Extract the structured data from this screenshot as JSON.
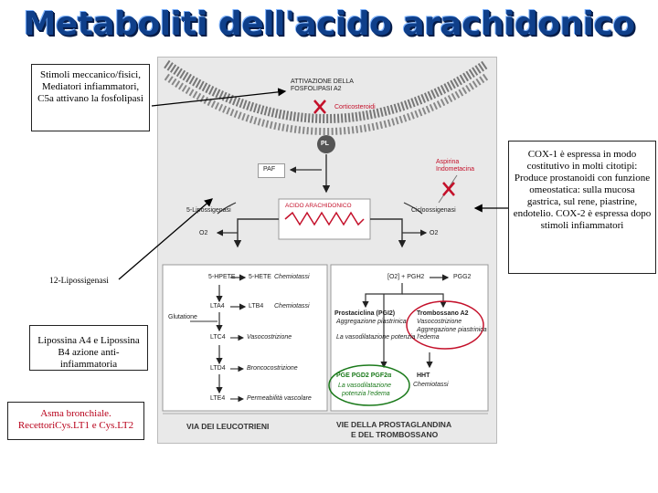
{
  "title": "Metaboliti dell'acido arachidonico",
  "notes": {
    "stimoli": "Stimoli meccanico/fisici, Mediatori infiammatori, C5a attivano la fosfolipasi",
    "cox": "COX-1 è espressa in modo costitutivo in molti citotipi: Produce prostanoidi con funzione omeostatica: sulla mucosa gastrica, sul rene, piastrine, endotelio. COX-2 è espressa dopo stimoli infiammatori",
    "lipossigenasi12": "12-Lipossigenasi",
    "lipossina": "Lipossina A4 e Lipossina B4 azione anti-infiammatoria",
    "asma": "Asma bronchiale. RecettoriCys.LT1 e Cys.LT2"
  },
  "diagram": {
    "attivazione": "ATTIVAZIONE DELLA FOSFOLIPASI A2",
    "corticosteroidi": "Corticosteroidi",
    "pl": "PL",
    "paf": "PAF",
    "aspirina": "Aspirina",
    "indometacina": "Indometacina",
    "lipossigenasi5": "5-Lipossigenasi",
    "acido": "ACIDO ARACHIDONICO",
    "cicloossigenasi": "Cicloossigenasi",
    "o2_left": "O2",
    "o2_right": "O2",
    "hpete": "5-HPETE",
    "hete": "5-HETE",
    "hete_effect": "Chemiotassi",
    "lta4": "LTA4",
    "ltb4": "LTB4",
    "ltb4_effect": "Chemiotassi",
    "glutatione": "Glutatione",
    "ltc4": "LTC4",
    "ltc4_effect": "Vasocostrizione",
    "ltd4": "LTD4",
    "ltd4_effect": "Broncocostrizione",
    "lte4": "LTE4",
    "lte4_effect": "Permeabilità vascolare",
    "pgg2": "[O2] + PGH2",
    "pgg2b": "PGG2",
    "prostaciclina": "Prostaciclina (PGI2)",
    "prost_effects": [
      "Aggregazione piastrinica",
      "La vasodilatazione potenzia l'edema"
    ],
    "trombossano": "Trombossano A2",
    "tromb_effects": [
      "Vasocostrizione",
      "Aggregazione piastrinica"
    ],
    "pge": "PGE  PGD2  PGF2α",
    "pge_effects": [
      "La vasodilatazione",
      "potenzia l'edema"
    ],
    "hht": "HHT",
    "hht_effect": "Chemiotassi",
    "via_leuco": "VIA DEI LEUCOTRIENI",
    "via_prosta": [
      "VIE DELLA PROSTAGLANDINA",
      "E DEL TROMBOSSANO"
    ]
  }
}
